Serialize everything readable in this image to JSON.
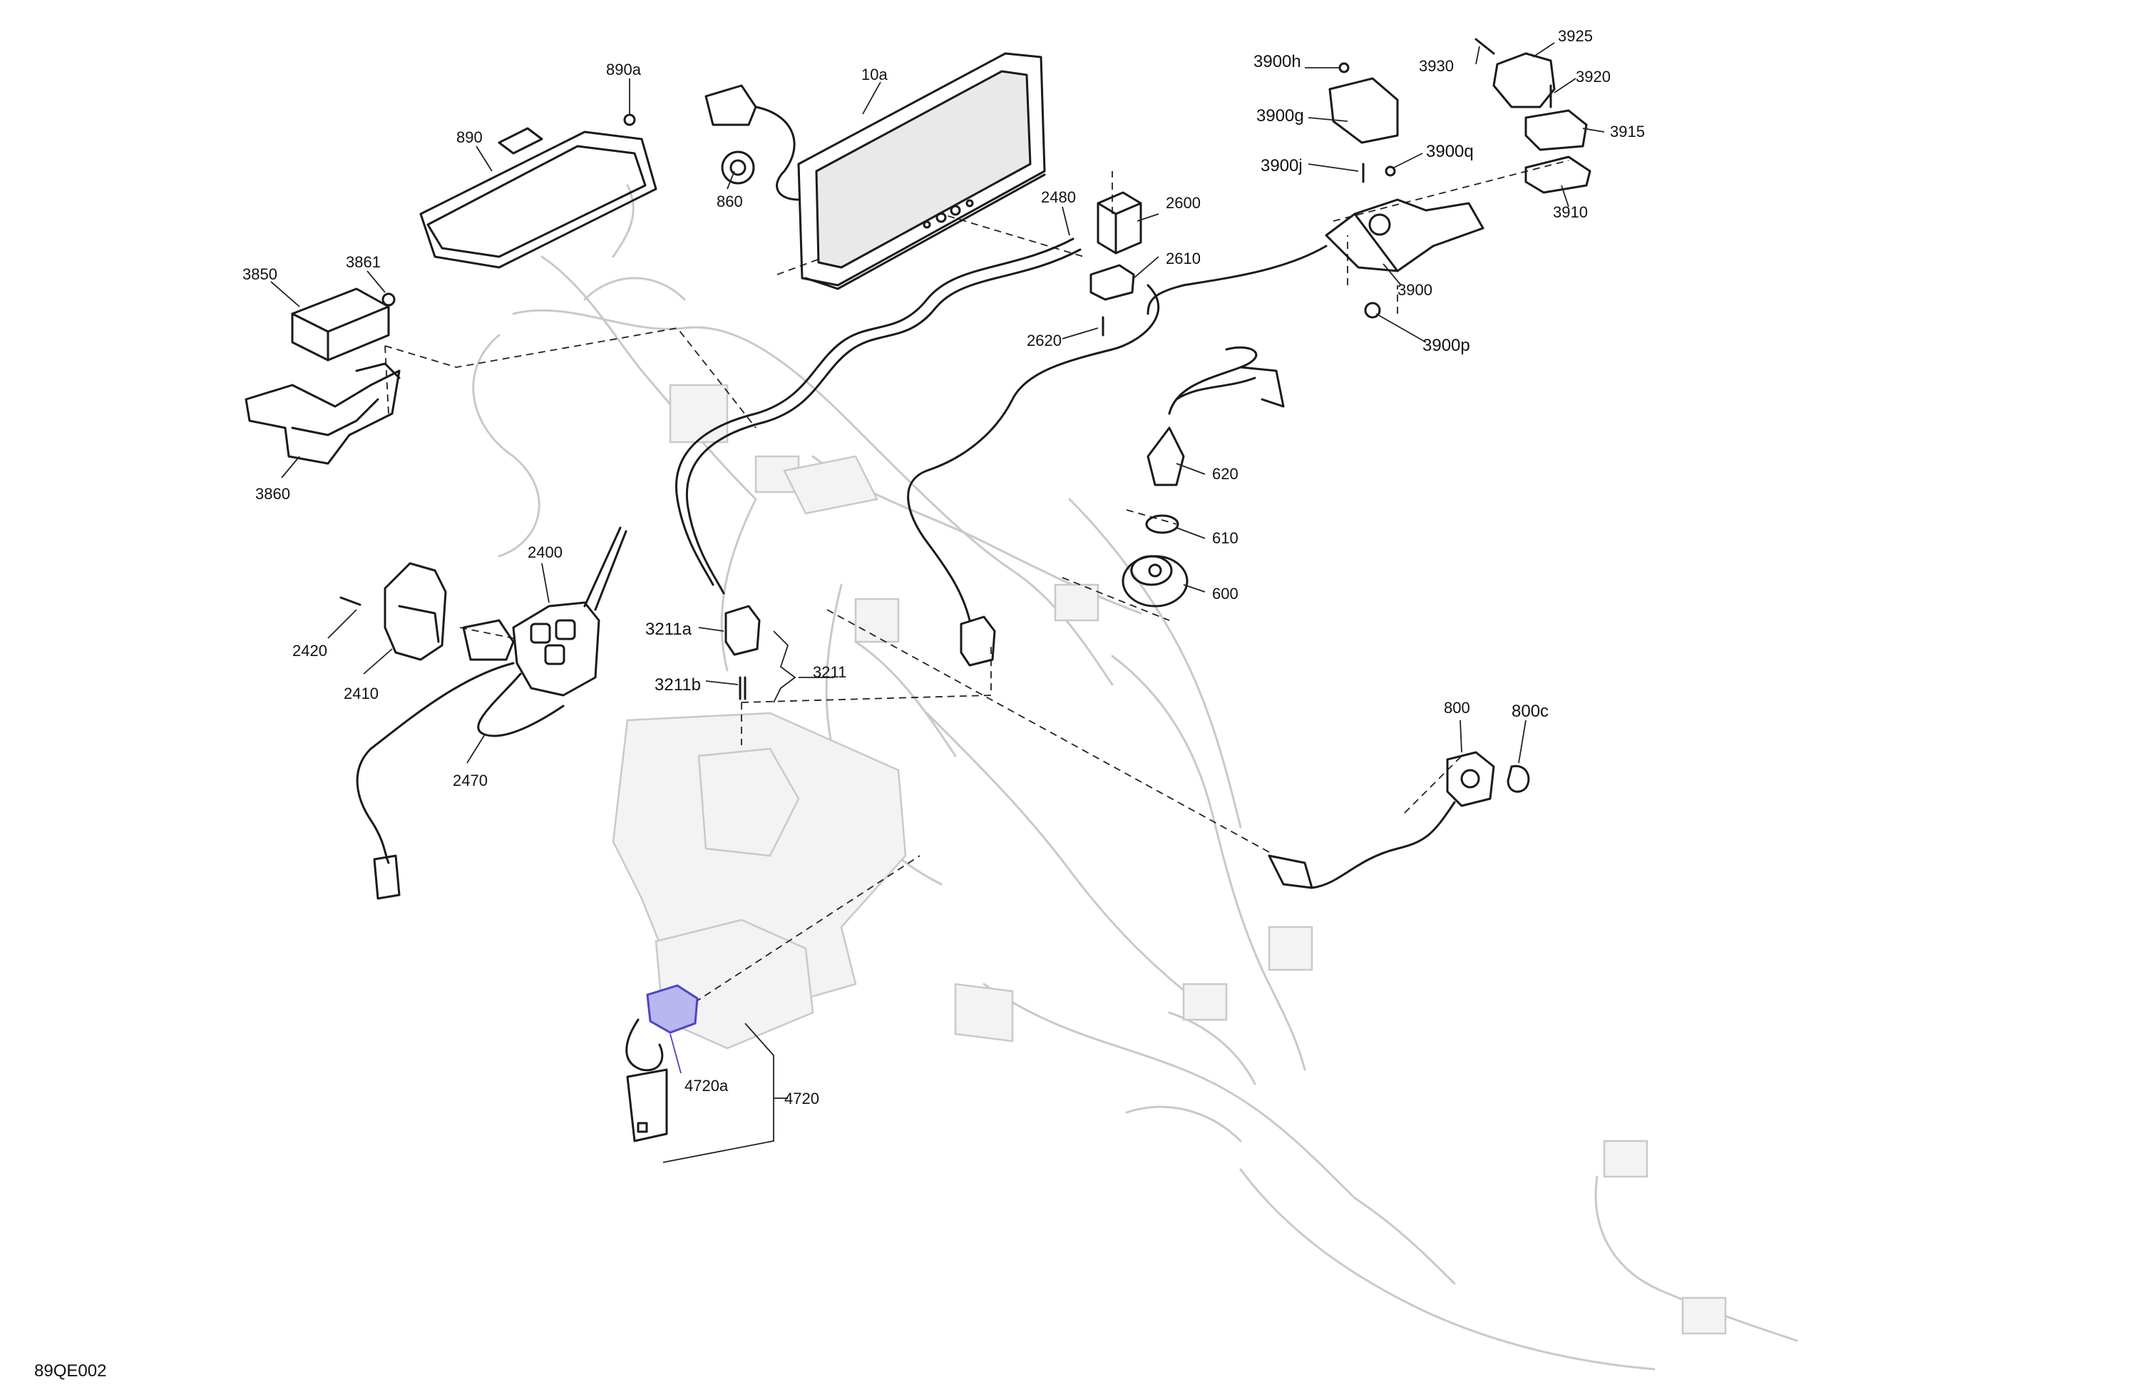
{
  "diagram": {
    "code": "89QE002",
    "highlight_color": "#4a45c8",
    "callouts": [
      {
        "id": "10a",
        "text": "10a"
      },
      {
        "id": "890",
        "text": "890"
      },
      {
        "id": "890a",
        "text": "890a"
      },
      {
        "id": "860",
        "text": "860"
      },
      {
        "id": "3850",
        "text": "3850"
      },
      {
        "id": "3861",
        "text": "3861"
      },
      {
        "id": "3860",
        "text": "3860"
      },
      {
        "id": "2480",
        "text": "2480"
      },
      {
        "id": "2600",
        "text": "2600"
      },
      {
        "id": "2610",
        "text": "2610"
      },
      {
        "id": "2620",
        "text": "2620"
      },
      {
        "id": "3900h",
        "text": "3900h"
      },
      {
        "id": "3900g",
        "text": "3900g"
      },
      {
        "id": "3900j",
        "text": "3900j"
      },
      {
        "id": "3900q",
        "text": "3900q"
      },
      {
        "id": "3900",
        "text": "3900"
      },
      {
        "id": "3900p",
        "text": "3900p"
      },
      {
        "id": "3930",
        "text": "3930"
      },
      {
        "id": "3925",
        "text": "3925"
      },
      {
        "id": "3920",
        "text": "3920"
      },
      {
        "id": "3915",
        "text": "3915"
      },
      {
        "id": "3910",
        "text": "3910"
      },
      {
        "id": "620",
        "text": "620"
      },
      {
        "id": "610",
        "text": "610"
      },
      {
        "id": "600",
        "text": "600"
      },
      {
        "id": "2400",
        "text": "2400"
      },
      {
        "id": "2420",
        "text": "2420"
      },
      {
        "id": "2410",
        "text": "2410"
      },
      {
        "id": "2470",
        "text": "2470"
      },
      {
        "id": "3211a",
        "text": "3211a"
      },
      {
        "id": "3211b",
        "text": "3211b"
      },
      {
        "id": "3211",
        "text": "3211"
      },
      {
        "id": "800",
        "text": "800"
      },
      {
        "id": "800c",
        "text": "800c"
      },
      {
        "id": "4720a",
        "text": "4720a"
      },
      {
        "id": "4720",
        "text": "4720"
      }
    ]
  }
}
